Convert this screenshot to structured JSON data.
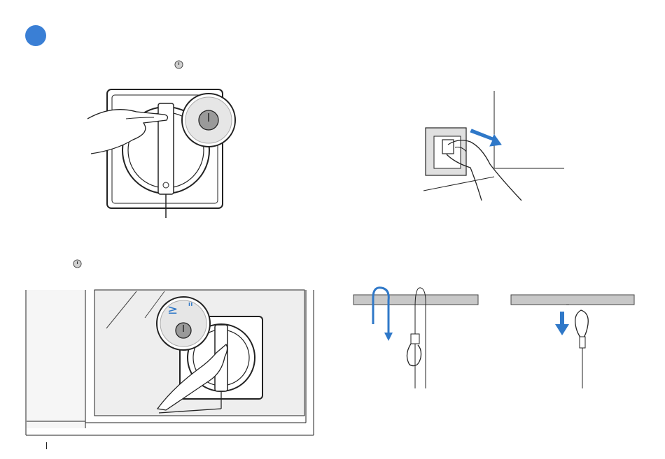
{
  "page": {
    "accent_color": "#3a7fd5",
    "gray_fill": "#c8c8c8",
    "window_gray": "#efefef"
  },
  "icons": {
    "step_indicator": "filled-blue-circle",
    "power": "power-button-icon"
  },
  "illustrations": {
    "press_power": "hand-pressing-power-button-on-robot",
    "unplug": "hand-unplugging-from-wall-socket",
    "window_attach": "hand-holding-robot-on-window",
    "rope_loop": "safety-rope-looped-over-bar",
    "rope_hook": "safety-rope-with-carabiner-pulled-down"
  },
  "callout": {
    "symbol": "≥",
    "quote": "\""
  }
}
